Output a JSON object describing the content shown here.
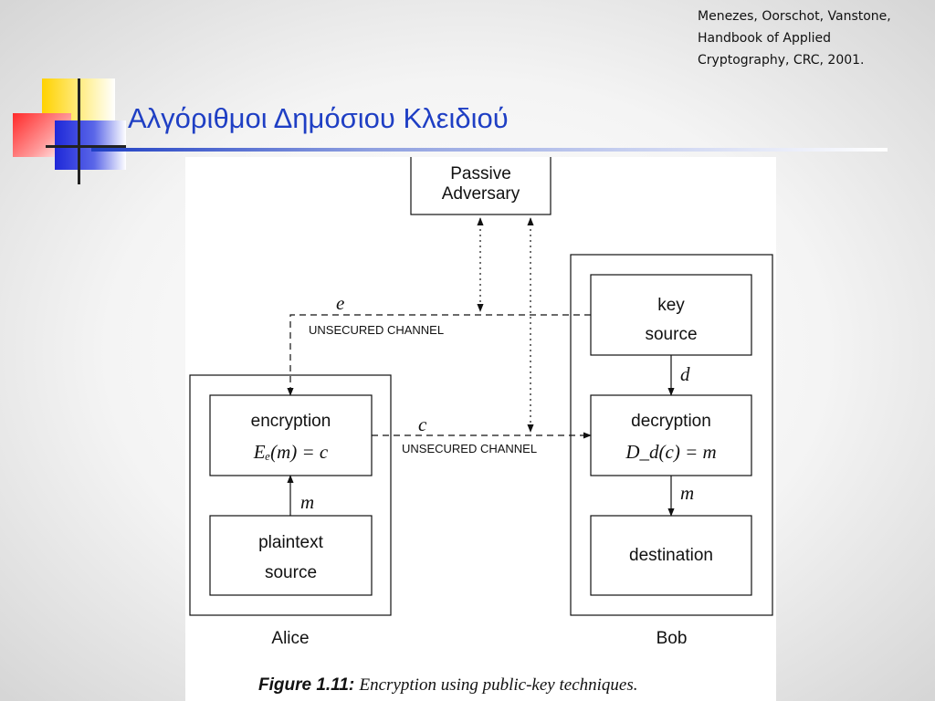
{
  "citation": {
    "line1": "Menezes, Oorschot, Vanstone,",
    "line2": "Handbook of Applied",
    "line3": "Cryptography, CRC, 2001."
  },
  "slide": {
    "title": "Αλγόριθμοι Δημόσιου Κλειδιού"
  },
  "figure": {
    "passive_adversary_line1": "Passive",
    "passive_adversary_line2": "Adversary",
    "key_line1": "key",
    "key_line2": "source",
    "encryption_label": "encryption",
    "encryption_formula": "Eₑ(m) = c",
    "decryption_label": "decryption",
    "decryption_formula": "D_d(c) = m",
    "plaintext_line1": "plaintext",
    "plaintext_line2": "source",
    "destination_label": "destination",
    "var_e": "e",
    "var_c": "c",
    "var_d": "d",
    "var_m_alice": "m",
    "var_m_bob": "m",
    "channel_top": "UNSECURED CHANNEL",
    "channel_middle": "UNSECURED CHANNEL",
    "alice": "Alice",
    "bob": "Bob",
    "caption_number": "Figure 1.11:",
    "caption_text": "Encryption using public-key techniques."
  },
  "colors": {
    "title": "#1f3fc4",
    "deco_yellow": "#ffd200",
    "deco_red": "#ff2a2a",
    "deco_blue": "#1e28d8"
  }
}
